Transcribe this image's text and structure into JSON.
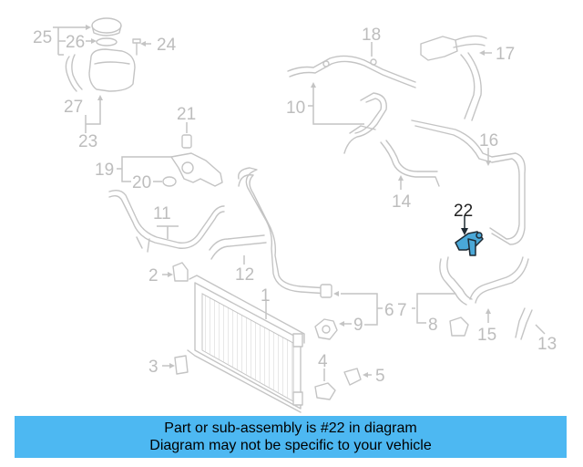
{
  "banner": {
    "line1": "Part or sub-assembly is #22 in diagram",
    "line2": "Diagram may not be specific to your vehicle"
  },
  "highlighted_part": "22",
  "colors": {
    "highlight": "#4aa8d8",
    "banner_bg": "#4db8f2",
    "ghost": "#c4c4c4"
  },
  "callouts": {
    "n1": "1",
    "n2": "2",
    "n3": "3",
    "n4": "4",
    "n5": "5",
    "n6": "6",
    "n7": "7",
    "n8": "8",
    "n9": "9",
    "n10": "10",
    "n11": "11",
    "n12": "12",
    "n13": "13",
    "n14": "14",
    "n15": "15",
    "n16": "16",
    "n17": "17",
    "n18": "18",
    "n19": "19",
    "n20": "20",
    "n21": "21",
    "n22": "22",
    "n23": "23",
    "n24": "24",
    "n25": "25",
    "n26": "26",
    "n27": "27"
  }
}
